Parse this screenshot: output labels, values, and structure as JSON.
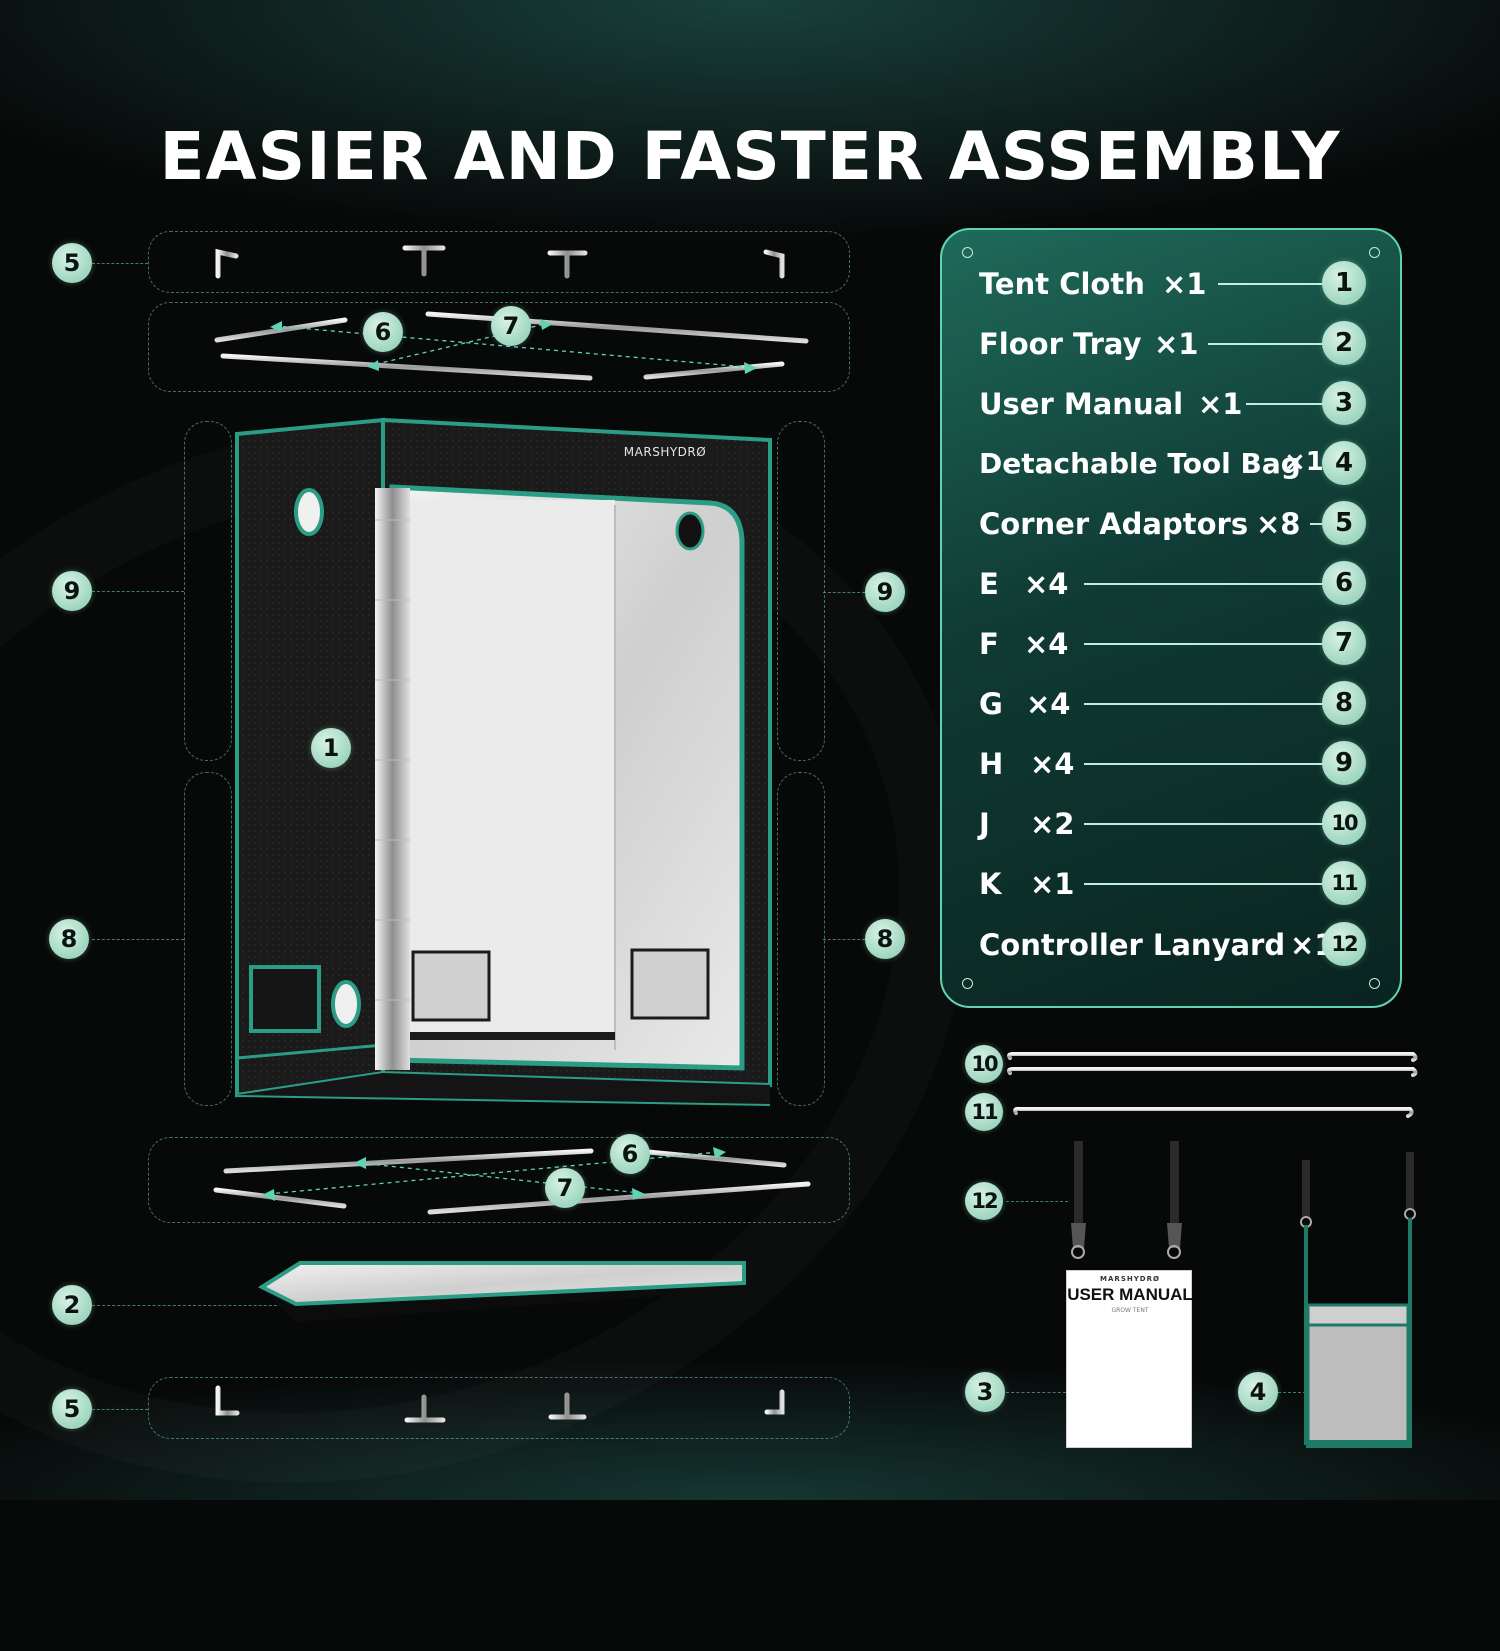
{
  "title": "EASIER AND FASTER ASSEMBLY",
  "brand": "MARSHYDRØ",
  "manual": {
    "brand": "MARSHYDRØ",
    "title": "USER MANUAL",
    "subtitle": "GROW TENT"
  },
  "parts_list": [
    {
      "label": "Tent Cloth",
      "qty": "×1",
      "num": "1"
    },
    {
      "label": "Floor Tray",
      "qty": "×1",
      "num": "2"
    },
    {
      "label": "User Manual",
      "qty": "×1",
      "num": "3"
    },
    {
      "label": "Detachable Tool Bag",
      "qty": "×1",
      "num": "4"
    },
    {
      "label": "Corner Adaptors",
      "qty": "×8",
      "num": "5"
    },
    {
      "label": "E",
      "qty": "×4",
      "num": "6"
    },
    {
      "label": "F",
      "qty": "×4",
      "num": "7"
    },
    {
      "label": "G",
      "qty": "×4",
      "num": "8"
    },
    {
      "label": "H",
      "qty": "×4",
      "num": "9"
    },
    {
      "label": "J",
      "qty": "×2",
      "num": "10"
    },
    {
      "label": "K",
      "qty": "×1",
      "num": "11"
    },
    {
      "label": "Controller Lanyard",
      "qty": "×1",
      "num": "12"
    }
  ],
  "callouts": {
    "top_adaptors": "5",
    "top_poles_e": "6",
    "top_poles_f": "7",
    "left_upper": "9",
    "right_upper": "9",
    "tent": "1",
    "left_lower": "8",
    "right_lower": "8",
    "bottom_poles_e": "6",
    "bottom_poles_f": "7",
    "tray": "2",
    "bottom_adaptors": "5",
    "pole_j": "10",
    "pole_k": "11",
    "lanyard": "12",
    "manual": "3",
    "tool_bag": "4"
  },
  "colors": {
    "accent": "#5fd3b4",
    "badge": "#a8dcc6",
    "background": "#070909"
  }
}
